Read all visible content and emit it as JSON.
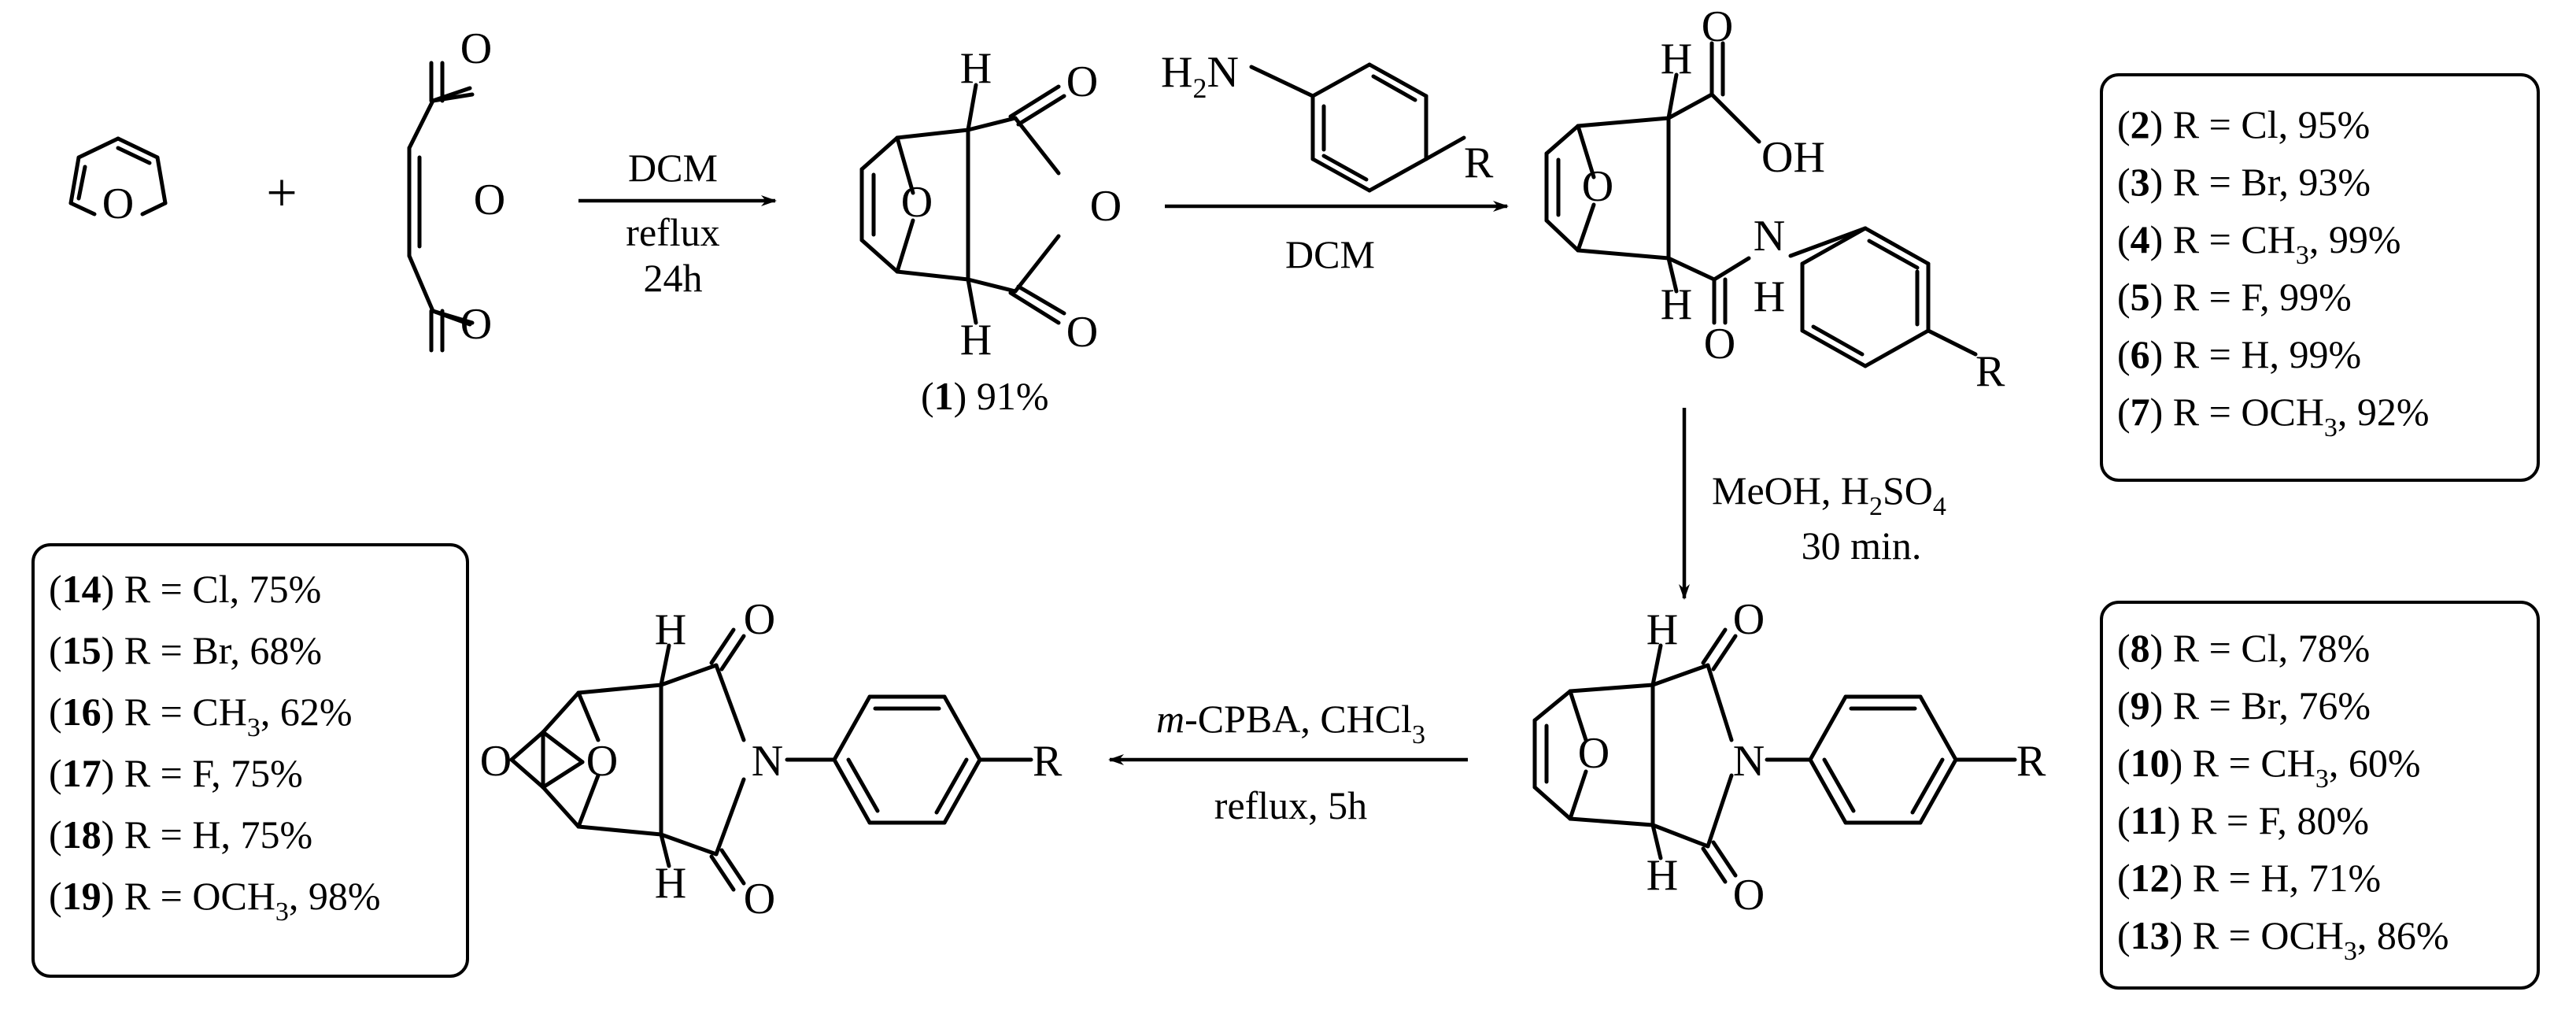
{
  "reaction_scheme": {
    "plus_sign": "+",
    "step1": {
      "solvent": "DCM",
      "condition": "reflux",
      "time": "24h"
    },
    "product1": {
      "number": "1",
      "yield": "91%"
    },
    "step2": {
      "reagent_amine": "H",
      "reagent_amine_sub": "2",
      "reagent_amine_n": "N",
      "solvent": "DCM"
    },
    "step3": {
      "reagents_a": "MeOH, H",
      "reagents_sub": "2",
      "reagents_b": "SO",
      "reagents_sub2": "4",
      "time": "30 min."
    },
    "step4": {
      "reagent_italic": "m",
      "reagent_rest": "-CPBA, CHCl",
      "reagent_sub": "3",
      "condition": "reflux, 5h"
    },
    "atoms": {
      "O": "O",
      "H": "H",
      "N": "N",
      "R": "R",
      "OH": "OH"
    },
    "amic_acids": [
      {
        "number": "2",
        "r": "R = Cl, 95%"
      },
      {
        "number": "3",
        "r": "R = Br, 93%"
      },
      {
        "number": "4",
        "r": "R = CH",
        "sub": "3",
        "tail": ", 99%"
      },
      {
        "number": "5",
        "r": "R = F, 99%"
      },
      {
        "number": "6",
        "r": "R = H, 99%"
      },
      {
        "number": "7",
        "r": "R = OCH",
        "sub": "3",
        "tail": ", 92%"
      }
    ],
    "imides": [
      {
        "number": "8",
        "r": "R = Cl, 78%"
      },
      {
        "number": "9",
        "r": "R = Br, 76%"
      },
      {
        "number": "10",
        "r": "R = CH",
        "sub": "3",
        "tail": ", 60%"
      },
      {
        "number": "11",
        "r": "R = F, 80%"
      },
      {
        "number": "12",
        "r": "R = H, 71%"
      },
      {
        "number": "13",
        "r": "R = OCH",
        "sub": "3",
        "tail": ", 86%"
      }
    ],
    "epoxides": [
      {
        "number": "14",
        "r": "R = Cl, 75%"
      },
      {
        "number": "15",
        "r": "R = Br, 68%"
      },
      {
        "number": "16",
        "r": "R = CH",
        "sub": "3",
        "tail": ", 62%"
      },
      {
        "number": "17",
        "r": "R = F, 75%"
      },
      {
        "number": "18",
        "r": "R = H, 75%"
      },
      {
        "number": "19",
        "r": "R = OCH",
        "sub": "3",
        "tail": ", 98%"
      }
    ]
  }
}
